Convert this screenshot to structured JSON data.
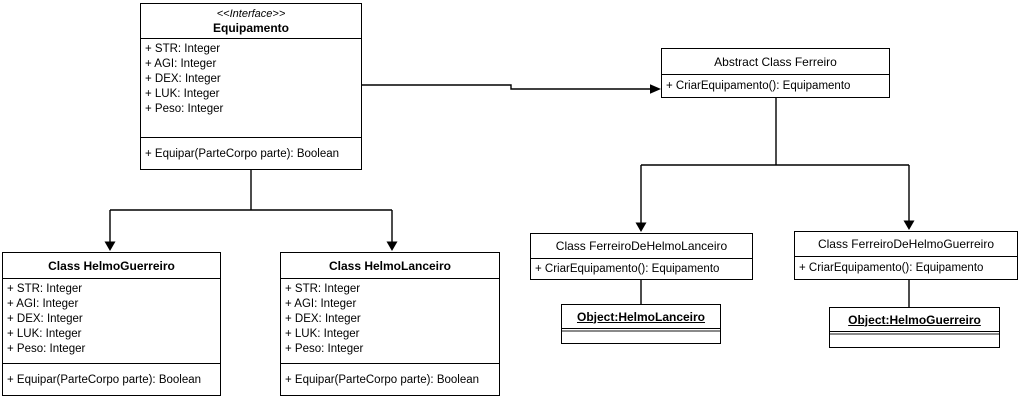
{
  "colors": {
    "line": "#000000",
    "background": "#ffffff",
    "divider_shadow": "#8a8a8a"
  },
  "diagram": {
    "interface_equipamento": {
      "stereotype": "<<Interface>>",
      "name": "Equipamento",
      "attributes": [
        "+ STR: Integer",
        "+ AGI: Integer",
        "+ DEX: Integer",
        "+ LUK: Integer",
        "+ Peso: Integer"
      ],
      "method": "+ Equipar(ParteCorpo parte): Boolean"
    },
    "abstract_ferreiro": {
      "name": "Abstract Class Ferreiro",
      "method": "+ CriarEquipamento(): Equipamento"
    },
    "class_helmo_guerreiro": {
      "name": "Class HelmoGuerreiro",
      "attributes": [
        "+ STR: Integer",
        "+ AGI: Integer",
        "+ DEX: Integer",
        "+ LUK: Integer",
        "+ Peso: Integer"
      ],
      "method": "+ Equipar(ParteCorpo parte): Boolean"
    },
    "class_helmo_lanceiro": {
      "name": "Class HelmoLanceiro",
      "attributes": [
        "+ STR: Integer",
        "+ AGI: Integer",
        "+ DEX: Integer",
        "+ LUK: Integer",
        "+ Peso: Integer"
      ],
      "method": "+ Equipar(ParteCorpo parte): Boolean"
    },
    "class_ferreiro_de_helmo_lanceiro": {
      "name": "Class FerreiroDeHelmoLanceiro",
      "method": "+ CriarEquipamento(): Equipamento"
    },
    "class_ferreiro_de_helmo_guerreiro": {
      "name": "Class FerreiroDeHelmoGuerreiro",
      "method": "+ CriarEquipamento(): Equipamento"
    },
    "object_helmo_lanceiro": {
      "name": "Object:HelmoLanceiro"
    },
    "object_helmo_guerreiro": {
      "name": "Object:HelmoGuerreiro"
    }
  }
}
